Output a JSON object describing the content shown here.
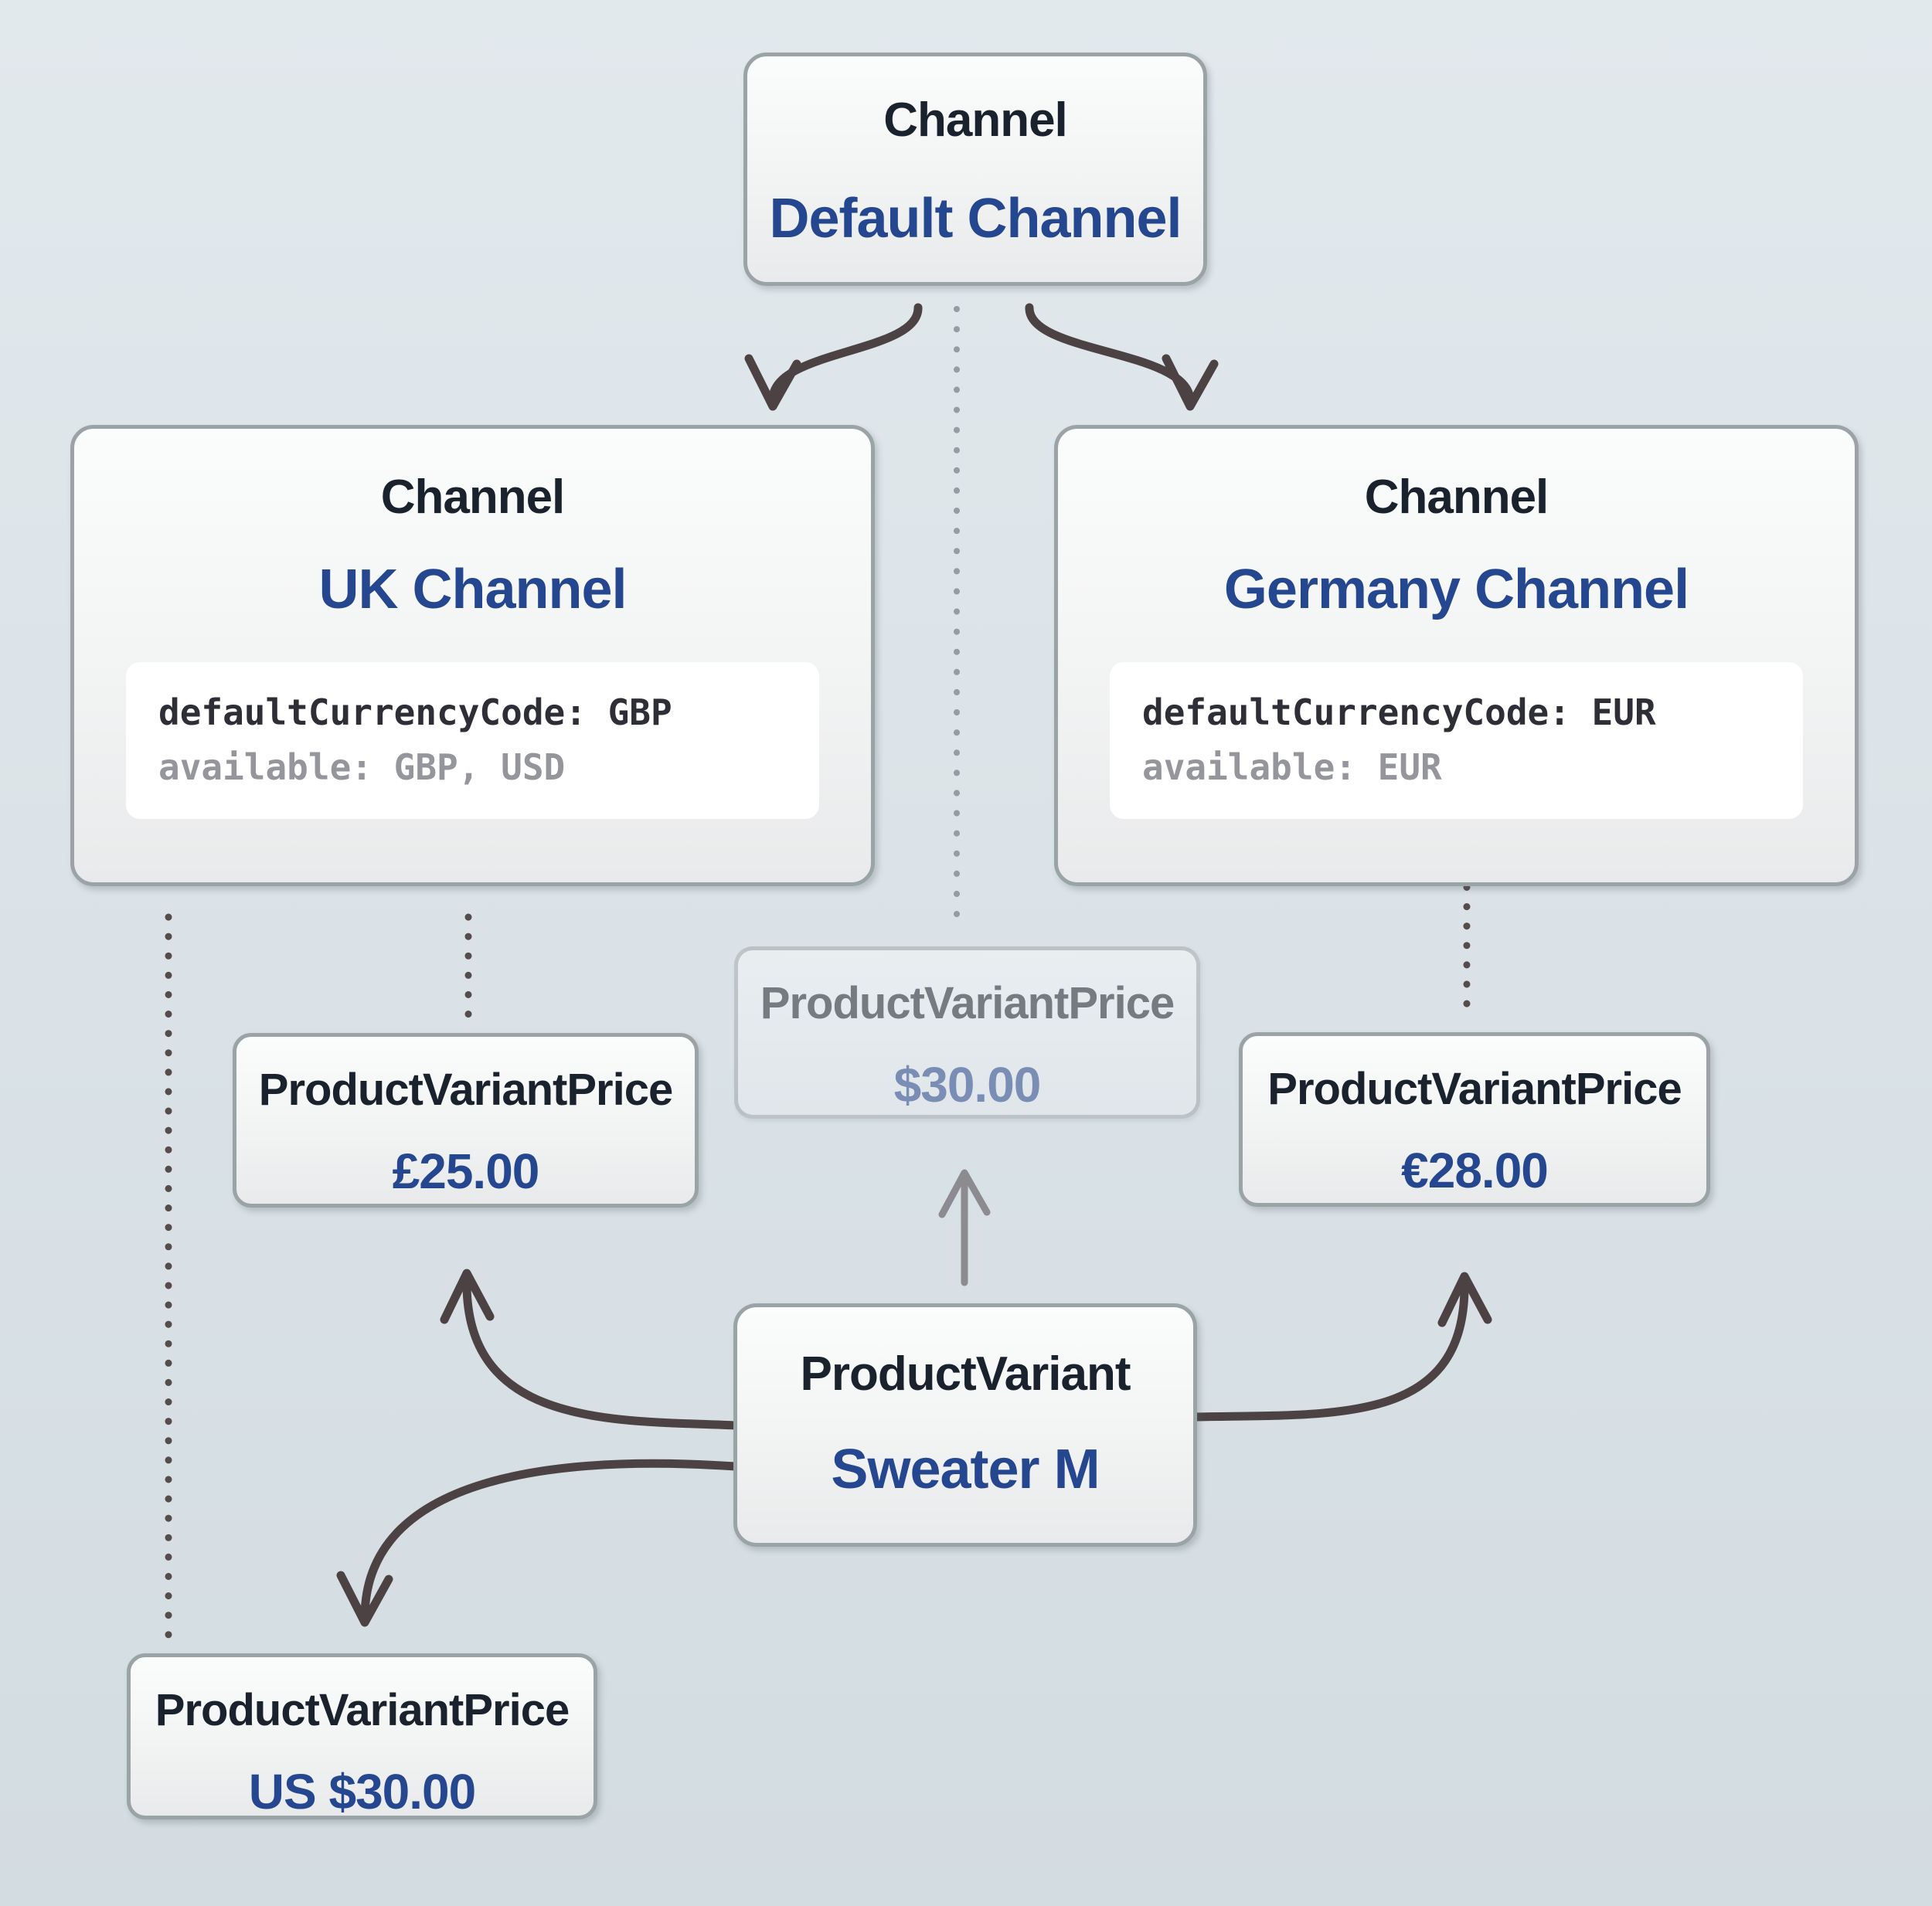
{
  "diagram": {
    "description": "Vendure channels and product variant prices diagram"
  },
  "colors": {
    "background_top": "#e2e9ed",
    "background_bottom": "#d3dce1",
    "node_border": "#9aa3a6",
    "node_fill_top": "#fbfcfc",
    "node_fill_bottom": "#e9eaeb",
    "type_label_dark": "#1a222e",
    "accent_blue": "#25478f",
    "code_dark": "#2e2e36",
    "code_gray": "#95959c",
    "arrow_dark": "#4d4243",
    "arrow_gray": "#8b8b90",
    "dots_gray": "#959da2",
    "dots_dark": "#564c4c",
    "faded_type": "#747b81",
    "faded_value": "#7a8db5"
  },
  "nodes": {
    "default_channel": {
      "type": "Channel",
      "name": "Default Channel"
    },
    "uk_channel": {
      "type": "Channel",
      "name": "UK Channel",
      "code_line1": "defaultCurrencyCode: GBP",
      "code_line2": "available: GBP, USD"
    },
    "germany_channel": {
      "type": "Channel",
      "name": "Germany Channel",
      "code_line1": "defaultCurrencyCode: EUR",
      "code_line2": "available: EUR"
    },
    "default_price": {
      "type": "ProductVariantPrice",
      "value": "$30.00"
    },
    "uk_price": {
      "type": "ProductVariantPrice",
      "value": "£25.00"
    },
    "germany_price": {
      "type": "ProductVariantPrice",
      "value": "€28.00"
    },
    "us_price": {
      "type": "ProductVariantPrice",
      "value": "US $30.00"
    },
    "product_variant": {
      "type": "ProductVariant",
      "name": "Sweater M"
    }
  }
}
